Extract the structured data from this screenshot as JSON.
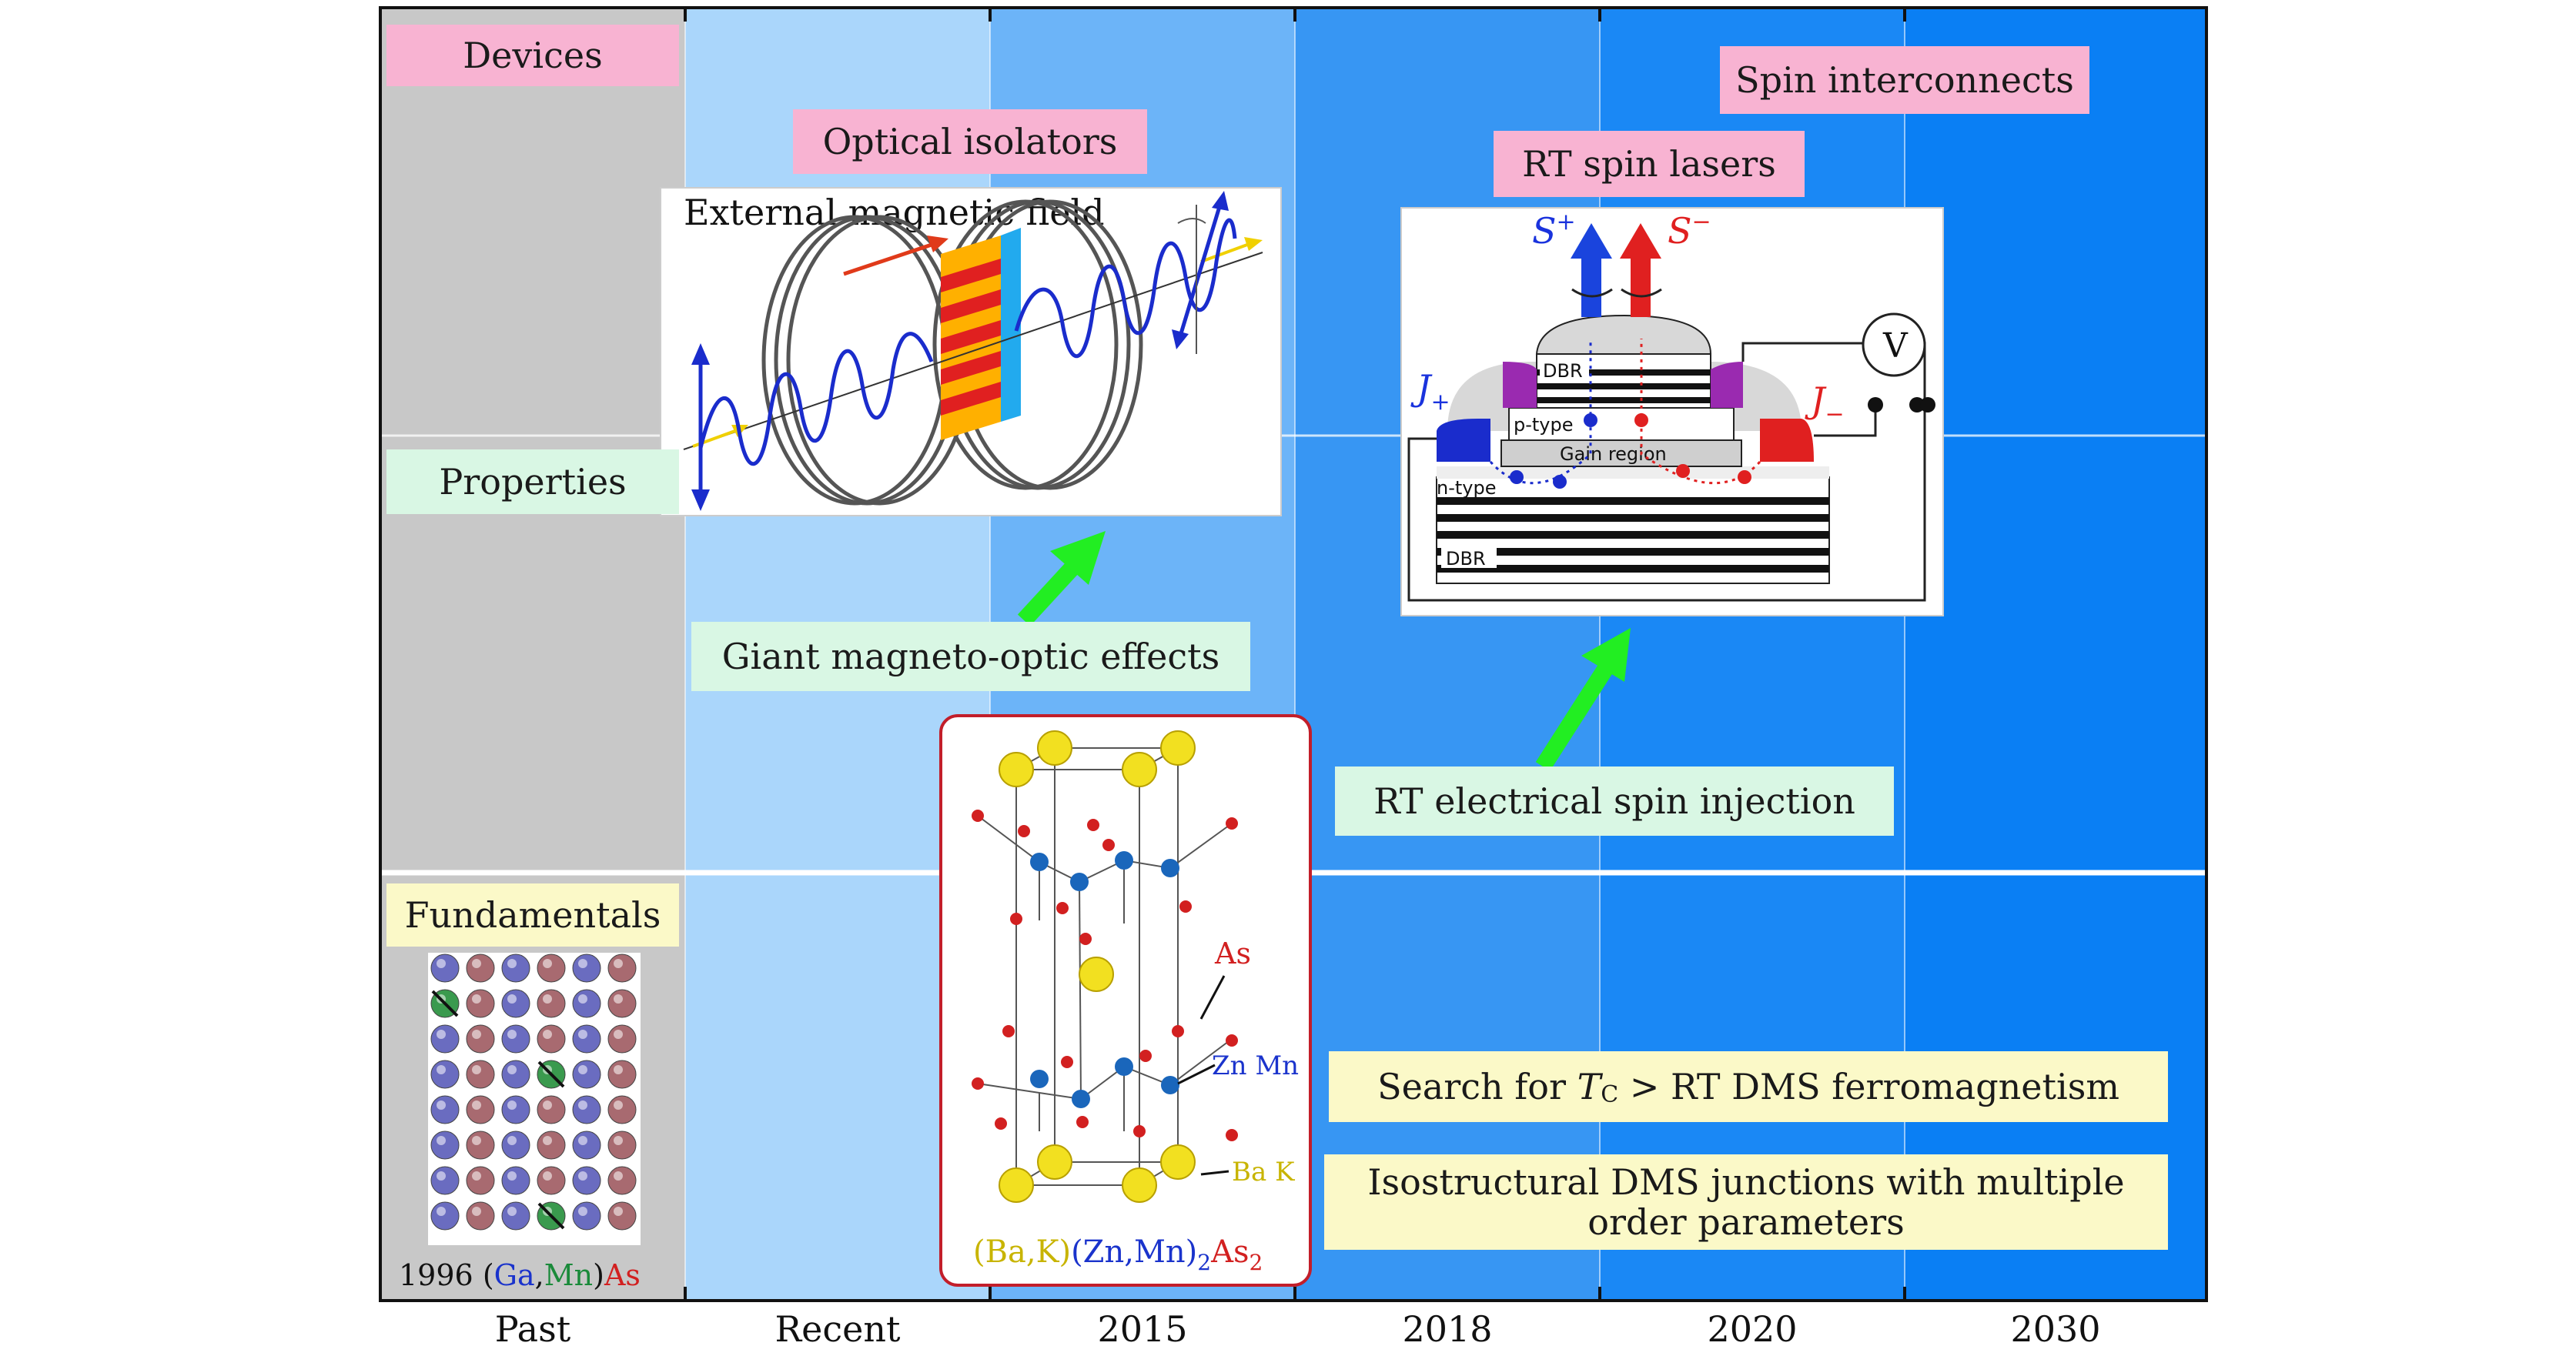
{
  "columns": [
    "Past",
    "Recent",
    "2015",
    "2018",
    "2020",
    "2030"
  ],
  "row_labels": {
    "devices": "Devices",
    "properties": "Properties",
    "fundamentals": "Fundamentals"
  },
  "devices": {
    "optical_isolators": "Optical isolators",
    "rt_spin_lasers": "RT spin lasers",
    "spin_interconnects": "Spin interconnects"
  },
  "properties": {
    "giant_magneto_optic": "Giant magneto-optic effects",
    "rt_electrical_spin_injection": "RT electrical spin injection"
  },
  "fundamentals": {
    "search_tc": "Search for T_C > RT DMS ferromagnetism",
    "search_tc_parts": [
      "Search for ",
      "T",
      "C",
      " > RT DMS ferromagnetism"
    ],
    "isostructural_line1": "Isostructural DMS junctions with multiple",
    "isostructural_line2": "order parameters"
  },
  "isolator_figure": {
    "title": "External magnetic field"
  },
  "laser_figure": {
    "s_plus": "S",
    "s_plus_sup": "+",
    "s_minus": "S",
    "s_minus_sup": "−",
    "j_plus": "J",
    "j_plus_sub": "+",
    "j_minus": "J",
    "j_minus_sub": "−",
    "voltmeter": "V",
    "dbr_top": "DBR",
    "p_type": "p-type",
    "gain_region": "Gain region",
    "n_type": "n-type",
    "dbr_bottom": "DBR"
  },
  "crystal_figure": {
    "as_label": "As",
    "znmn_label": "Zn Mn",
    "bak_label": "Ba K",
    "formula_parts": [
      "(Ba,K)",
      "(Zn,Mn)",
      "2",
      "As",
      "2"
    ]
  },
  "gamnas_figure": {
    "caption_year": "1996",
    "caption_parts": [
      "(",
      "Ga",
      ",",
      "Mn",
      ")",
      "As"
    ]
  },
  "colors": {
    "past": "#c8c8c8",
    "recent": "#aad6fb",
    "y2015": "#6cb4f8",
    "y2018": "#3796f3",
    "y2020": "#1a88f5",
    "y2030": "#0a7ff4",
    "pink": "#f8b3d2",
    "green": "#d9f7e4",
    "yellow": "#fbf9c8",
    "arrow_green": "#22ee22",
    "red": "#e02020",
    "blue": "#1a33cc"
  }
}
